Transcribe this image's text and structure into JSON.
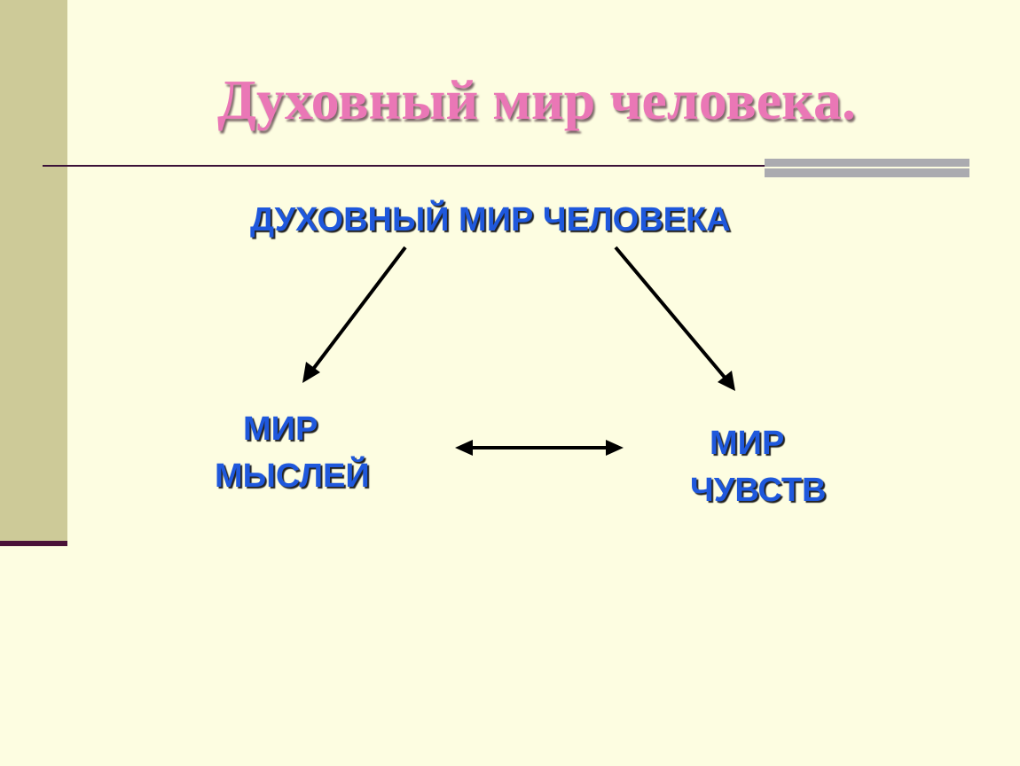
{
  "slide": {
    "title": "Духовный мир человека."
  },
  "diagram": {
    "root": "ДУХОВНЫЙ МИР ЧЕЛОВЕКА",
    "left_node": {
      "line1": "МИР",
      "line2": "МЫСЛЕЙ"
    },
    "right_node": {
      "line1": "МИР",
      "line2": "ЧУВСТВ"
    }
  },
  "colors": {
    "background": "#fdfde1",
    "title": "#ea77b6",
    "node_text": "#1f58dc",
    "arrow": "#000000",
    "left_band": "#cdca98"
  }
}
